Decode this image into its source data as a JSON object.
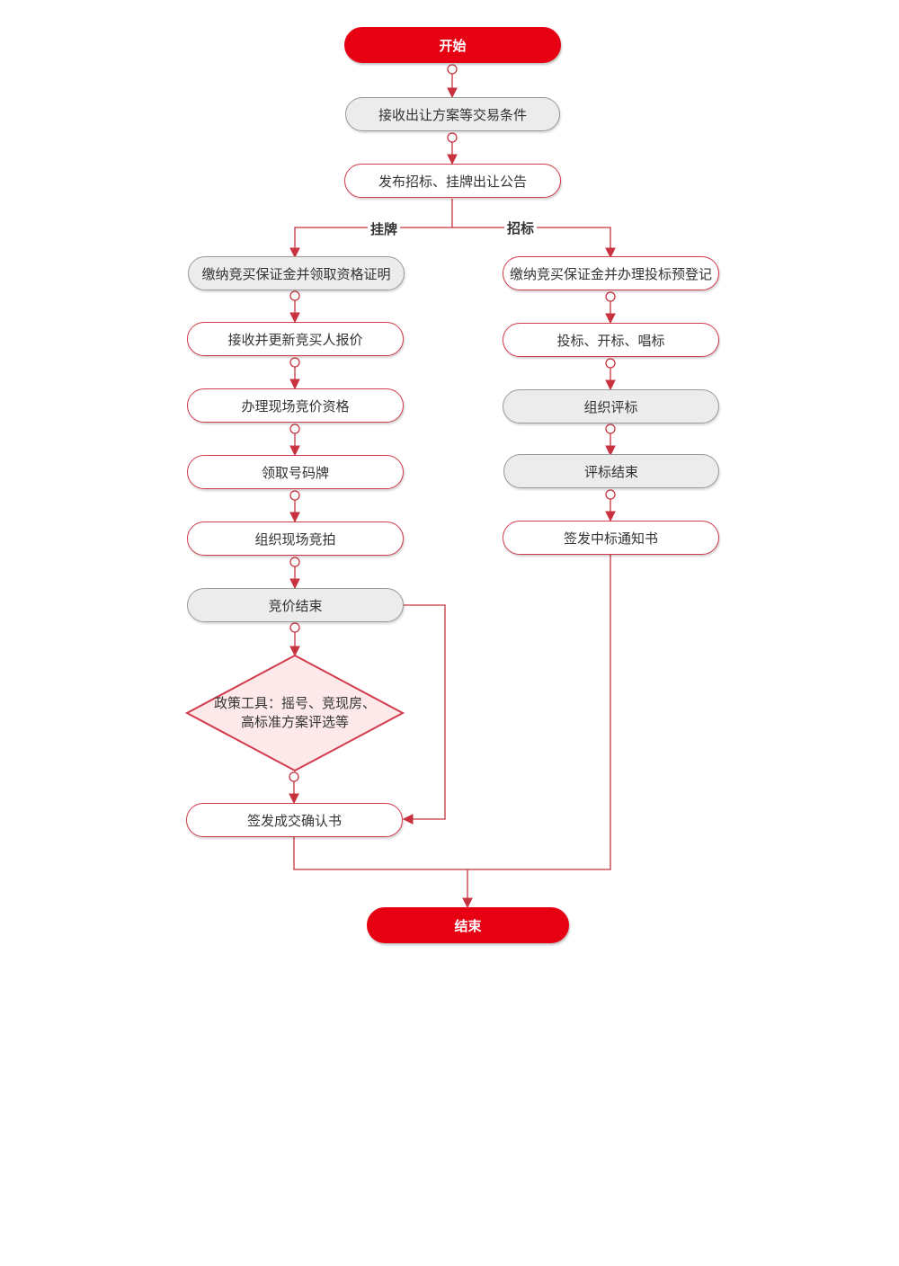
{
  "flow": {
    "start": "开始",
    "receive_conditions": "接收出让方案等交易条件",
    "publish_notice": "发布招标、挂牌出让公告",
    "end": "结束"
  },
  "branch_labels": {
    "listing": "挂牌",
    "tender": "招标"
  },
  "listing_steps": {
    "deposit": "缴纳竞买保证金并领取资格证明",
    "update_quote": "接收并更新竞买人报价",
    "onsite_qualification": "办理现场竞价资格",
    "number_plate": "领取号码牌",
    "onsite_bidding": "组织现场竞拍",
    "bidding_end": "竞价结束",
    "policy_tools_line1": "政策工具：摇号、竞现房、",
    "policy_tools_line2": "高标准方案评选等",
    "confirmation": "签发成交确认书"
  },
  "tender_steps": {
    "deposit_register": "缴纳竞买保证金并办理投标预登记",
    "bid_open": "投标、开标、唱标",
    "evaluation": "组织评标",
    "evaluation_end": "评标结束",
    "award_notice": "签发中标通知书"
  },
  "colors": {
    "terminal": "#e60012",
    "line": "#c8323f",
    "node_border": "#d23b4b",
    "grey_fill": "#ececec",
    "diamond_fill": "#fde9ea"
  }
}
